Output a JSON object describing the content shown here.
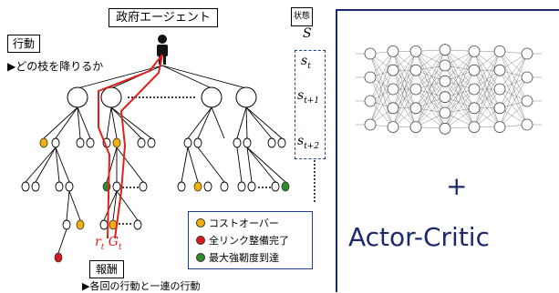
{
  "agent": {
    "title": "政府エージェント"
  },
  "action": {
    "title": "行動",
    "description": "▶どの枝を降りるか"
  },
  "reward": {
    "title": "報酬",
    "description": "▶各回の行動と一連の行動",
    "r": "r",
    "r_sub": "t",
    "G": "G",
    "G_sub": "t"
  },
  "state": {
    "title": "状態",
    "symbol": "S",
    "sequence": [
      {
        "base": "s",
        "sub": "t"
      },
      {
        "base": "s",
        "sub": "t+1"
      },
      {
        "base": "s",
        "sub": "t+2"
      }
    ]
  },
  "legend": {
    "items": [
      {
        "label": "コストオーバー",
        "color": "#f2b10a"
      },
      {
        "label": "全リンク整備完了",
        "color": "#d9191c"
      },
      {
        "label": "最大強靭度到達",
        "color": "#2e8b2e"
      }
    ]
  },
  "colors": {
    "path": "#e0201c",
    "accent_blue": "#1a2a6c",
    "cost_over": "#f2b10a",
    "link_complete": "#d9191c",
    "max_resilience": "#2e8b2e"
  },
  "algorithm": {
    "plus": "+",
    "name": "Actor-Critic"
  }
}
